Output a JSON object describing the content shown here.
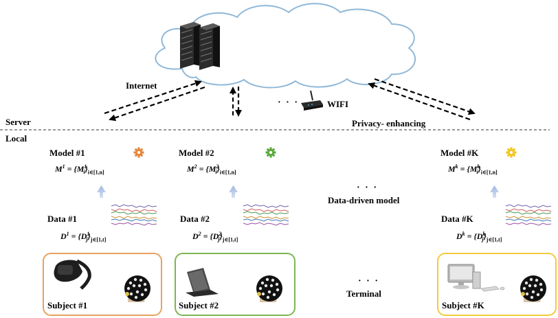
{
  "header": {
    "server_label": "Server",
    "local_label": "Local",
    "internet_label": "Internet",
    "wifi_label": "WIFI",
    "privacy_label": "Privacy- enhancing",
    "ellipsis": "· · ·"
  },
  "columns": [
    {
      "model_label": "Model #1",
      "model_symbol": "M",
      "model_sup": "1",
      "model_sub_item": "i",
      "model_sub_range": "i∈[1,n]",
      "data_label": "Data #1",
      "data_symbol": "D",
      "data_sup": "1",
      "data_sub_item": "j",
      "data_sub_range": "j∈[1,t]",
      "subject_label": "Subject #1",
      "gear_color": "#e8843a",
      "box_color": "#e8a15f",
      "device_icon": "vr-headset-icon"
    },
    {
      "model_label": "Model #2",
      "model_symbol": "M",
      "model_sup": "2",
      "model_sub_item": "i",
      "model_sub_range": "i∈[1,n]",
      "data_label": "Data #2",
      "data_symbol": "D",
      "data_sup": "2",
      "data_sub_item": "j",
      "data_sub_range": "j∈[1,t]",
      "subject_label": "Subject #2",
      "gear_color": "#5aa83c",
      "box_color": "#7db552",
      "device_icon": "tablet-icon"
    },
    {
      "model_label": "Model #K",
      "model_symbol": "M",
      "model_sup": "k",
      "model_sub_item": "i",
      "model_sub_range": "i∈[1,n]",
      "data_label": "Data #K",
      "data_symbol": "D",
      "data_sup": "k",
      "data_sub_item": "j",
      "data_sub_range": "j∈[1,t]",
      "subject_label": "Subject #K",
      "gear_color": "#f2c51c",
      "box_color": "#f2cb3a",
      "device_icon": "desktop-computer-icon"
    }
  ],
  "middle": {
    "data_driven_label": "Data-driven model",
    "terminal_label": "Terminal"
  },
  "colors": {
    "cloud_stroke": "#8fb8d8",
    "up_arrow": "#a9bfe3"
  }
}
